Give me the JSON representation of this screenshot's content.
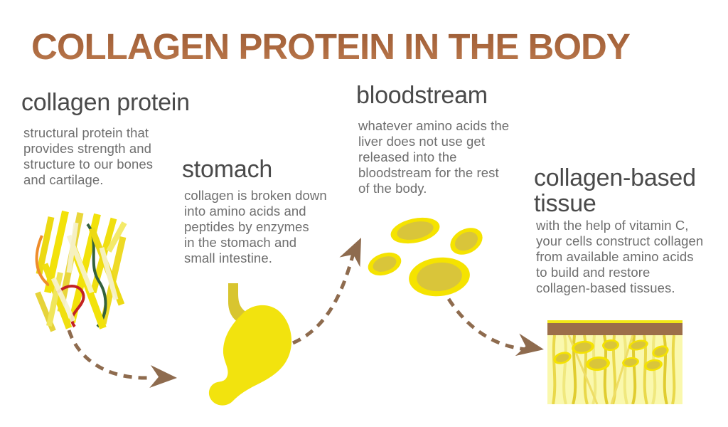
{
  "title": "COLLAGEN PROTEIN IN THE BODY",
  "sections": [
    {
      "id": "collagen-protein",
      "heading": "collagen protein",
      "body": [
        "structural protein that",
        "provides strength and",
        "structure to our bones",
        "and cartilage."
      ],
      "illustration": "collagen-fibers"
    },
    {
      "id": "stomach",
      "heading": "stomach",
      "body": [
        "collagen is broken down",
        "into amino acids and",
        "peptides by enzymes",
        "in the stomach and",
        "small intestine."
      ],
      "illustration": "stomach"
    },
    {
      "id": "bloodstream",
      "heading": "bloodstream",
      "body": [
        "whatever amino acids the",
        "liver does not use get",
        "released into the",
        "bloodstream for the rest",
        "of the body."
      ],
      "illustration": "blood-cells"
    },
    {
      "id": "collagen-based-tissue",
      "heading": [
        "collagen-based",
        "tissue"
      ],
      "body": [
        "with the help of vitamin C,",
        "your cells construct collagen",
        "from available amino acids",
        "to build and restore",
        "collagen-based tissues."
      ],
      "illustration": "collagen-tissue"
    }
  ],
  "flow": [
    "collagen-fibers -> stomach",
    "stomach -> blood-cells",
    "blood-cells -> collagen-tissue"
  ],
  "colors": {
    "title_copper": "#a8653e",
    "heading_gray": "#4a4a4a",
    "body_gray": "#6e6e6e",
    "arrow_brown": "#8e6b4e",
    "bright_yellow": "#f2e30e",
    "cell_outer_yellow": "#f5e300",
    "cell_inner_mustard": "#d9c53a",
    "esophagus_yellow": "#d8c52f",
    "tissue_background": "#faf8ad",
    "tissue_bar_brown": "#9c6e49",
    "fiber_orange": "#ef8c2a",
    "fiber_green": "#33613c",
    "fiber_red": "#c32222"
  }
}
